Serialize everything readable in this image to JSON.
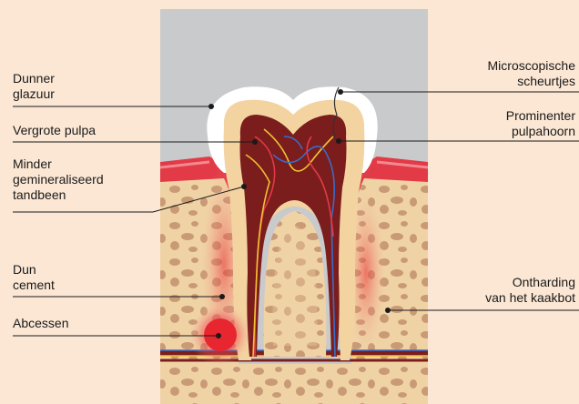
{
  "labels": {
    "thin_enamel": "Dunner\nglazuur",
    "enlarged_pulp": "Vergrote pulpa",
    "less_mineralized_dentin": "Minder\ngemineraliseerd\ntandbeen",
    "thin_cementum": "Dun\ncement",
    "abscesses": "Abcessen",
    "microscopic_cracks": "Microscopische\nscheurtjes",
    "prominent_pulp_horn": "Prominenter\npulpahoorn",
    "jawbone_softening": "Ontharding\nvan het kaakbot"
  },
  "colors": {
    "background": "#fbe7d4",
    "sky": "#c9cacc",
    "enamel": "#ffffff",
    "dentin": "#f3d3a0",
    "pulp": "#7a1d1c",
    "gum": "#e23a47",
    "bone": "#f0d3a5",
    "bone_spots": "#c99a76",
    "abscess": "#e8262f"
  }
}
